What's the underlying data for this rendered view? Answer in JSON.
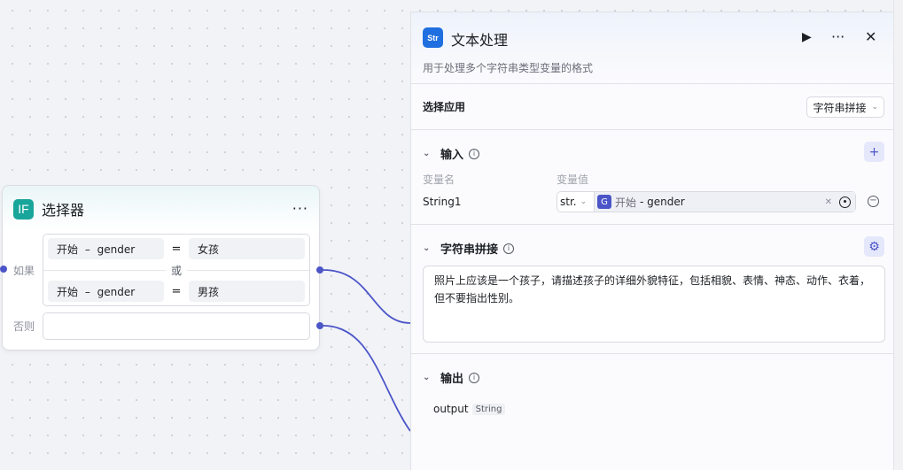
{
  "canvas": {
    "selector_node": {
      "icon_text": "IF",
      "title": "选择器",
      "more_icon": "···",
      "if_label": "如果",
      "else_label": "否则",
      "or_label": "或",
      "conditions": [
        {
          "variable": "开始 – gender",
          "operator": "=",
          "value": "女孩"
        },
        {
          "variable": "开始 – gender",
          "operator": "=",
          "value": "男孩"
        }
      ]
    },
    "edge_color": "#4b55c8"
  },
  "panel": {
    "icon_text": "Str",
    "title": "文本处理",
    "description": "用于处理多个字符串类型变量的格式",
    "run_icon": "▶",
    "more_icon": "···",
    "close_icon": "✕",
    "select_app": {
      "label": "选择应用",
      "value": "字符串拼接"
    },
    "input": {
      "title": "输入",
      "add_icon": "+",
      "col_name": "变量名",
      "col_value": "变量值",
      "rows": [
        {
          "name": "String1",
          "type": "str.",
          "ref_source": "开始",
          "ref_var": "- gender"
        }
      ]
    },
    "concat": {
      "title": "字符串拼接",
      "settings_icon": "⚙",
      "text": "照片上应该是一个孩子，请描述孩子的详细外貌特征，包括相貌、表情、神态、动作、衣着，但不要指出性别。"
    },
    "output": {
      "title": "输出",
      "name": "output",
      "type": "String"
    }
  }
}
